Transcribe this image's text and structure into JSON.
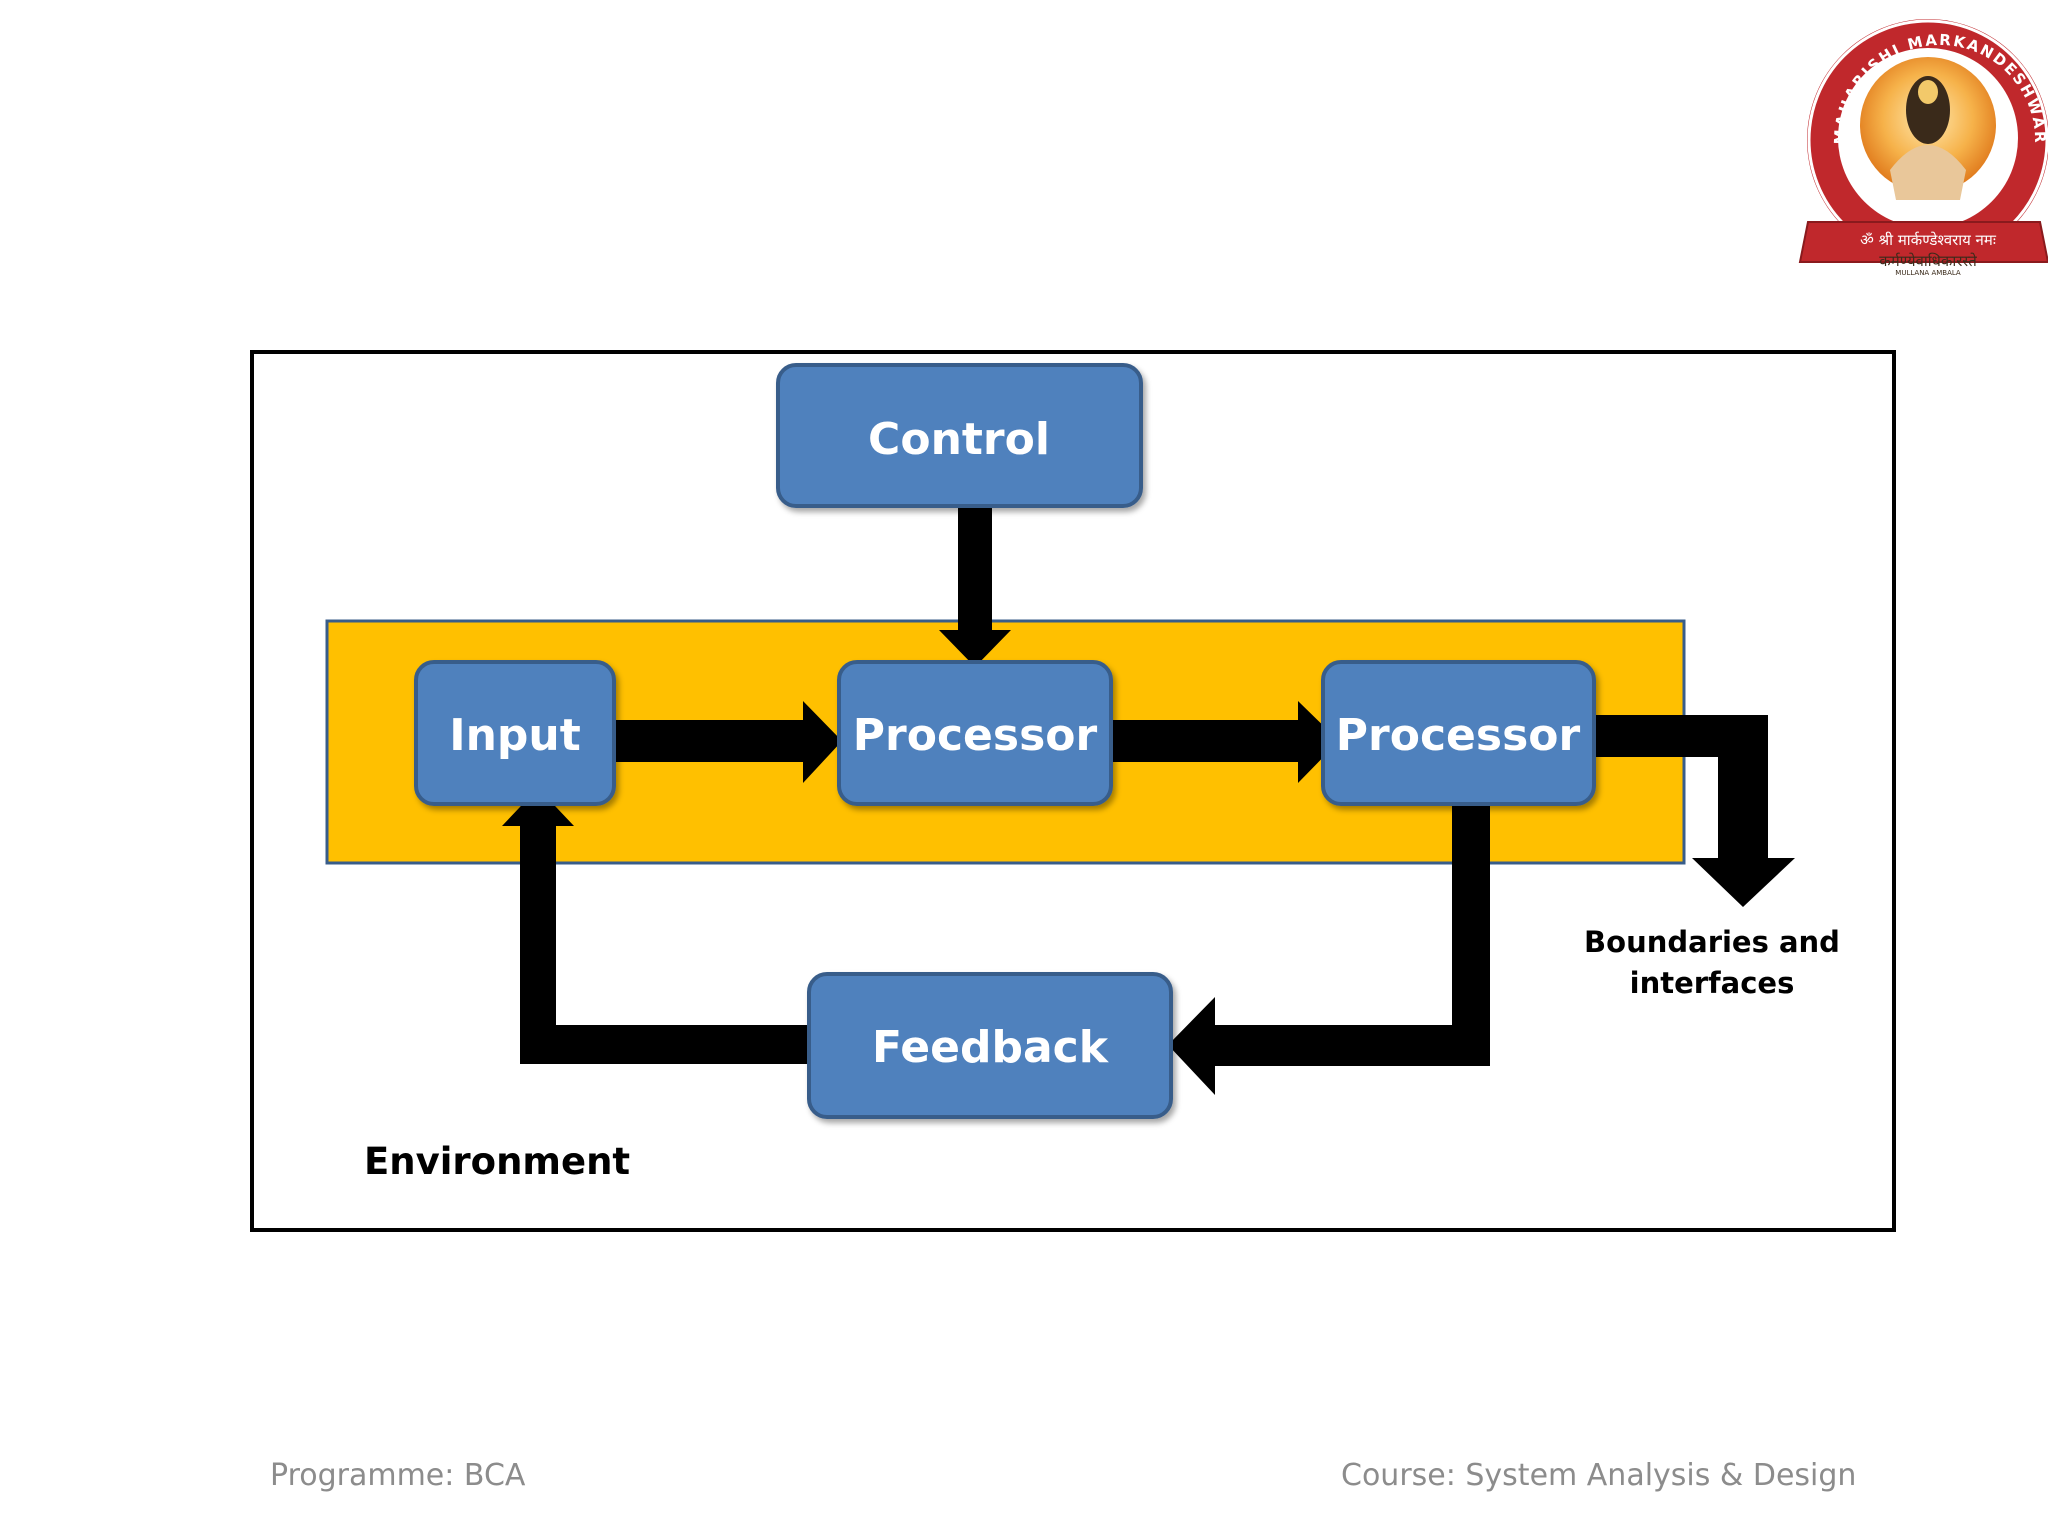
{
  "diagram": {
    "control_label": "Control",
    "input_label": "Input",
    "processor1_label": "Processor",
    "processor2_label": "Processor",
    "feedback_label": "Feedback",
    "boundaries_line1": "Boundaries and",
    "boundaries_line2": "interfaces",
    "environment_label": "Environment"
  },
  "logo": {
    "arc_text": "MAHARISHI MARKANDESHWAR",
    "ribbon_text": "ॐ श्री मार्कण्डेश्वराय नमः",
    "motto_text": "कर्मण्येवाधिकारस्ते",
    "bottom_text": "MULLANA AMBALA"
  },
  "footer": {
    "programme": "Programme: BCA",
    "course": "Course: System Analysis & Design"
  },
  "colors": {
    "box_fill": "#4f81bd",
    "box_stroke": "#385d8a",
    "band_fill": "#ffc000",
    "arrow": "#000000",
    "seal_red": "#c0282c"
  }
}
